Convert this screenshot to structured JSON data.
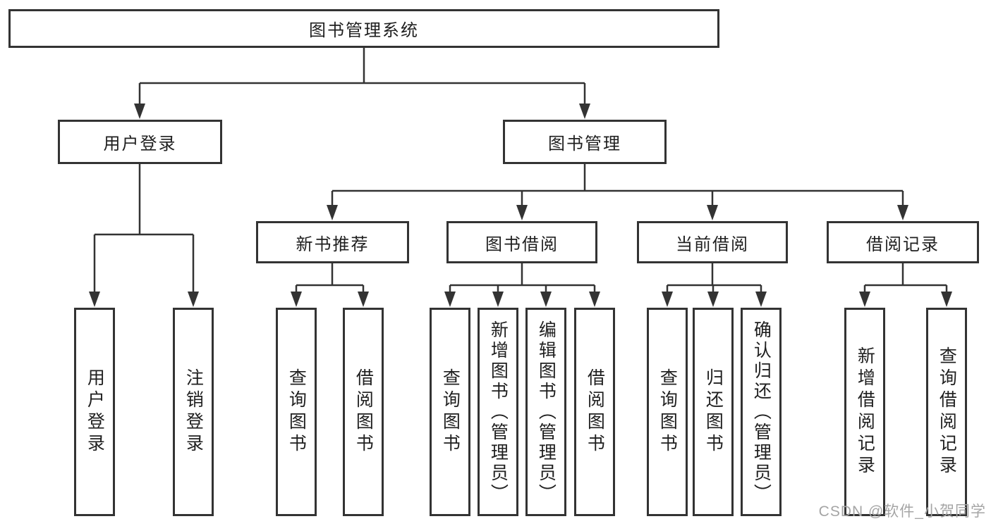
{
  "diagram": {
    "root": "图书管理系统",
    "level2": [
      "用户登录",
      "图书管理"
    ],
    "level3": [
      "新书推荐",
      "图书借阅",
      "当前借阅",
      "借阅记录"
    ],
    "leaves": [
      "用户登录",
      "注销登录",
      "查询图书",
      "借阅图书",
      "查询图书",
      "新增图书（管理员）",
      "编辑图书（管理员）",
      "借阅图书",
      "查询图书",
      "归还图书",
      "确认归还（管理员）",
      "新增借阅记录",
      "查询借阅记录"
    ]
  },
  "watermark": "CSDN @软件_小贺同学",
  "colors": {
    "line": "#333333",
    "text": "#1f1f1f",
    "watermark": "#a5a5a5",
    "background": "#ffffff"
  }
}
